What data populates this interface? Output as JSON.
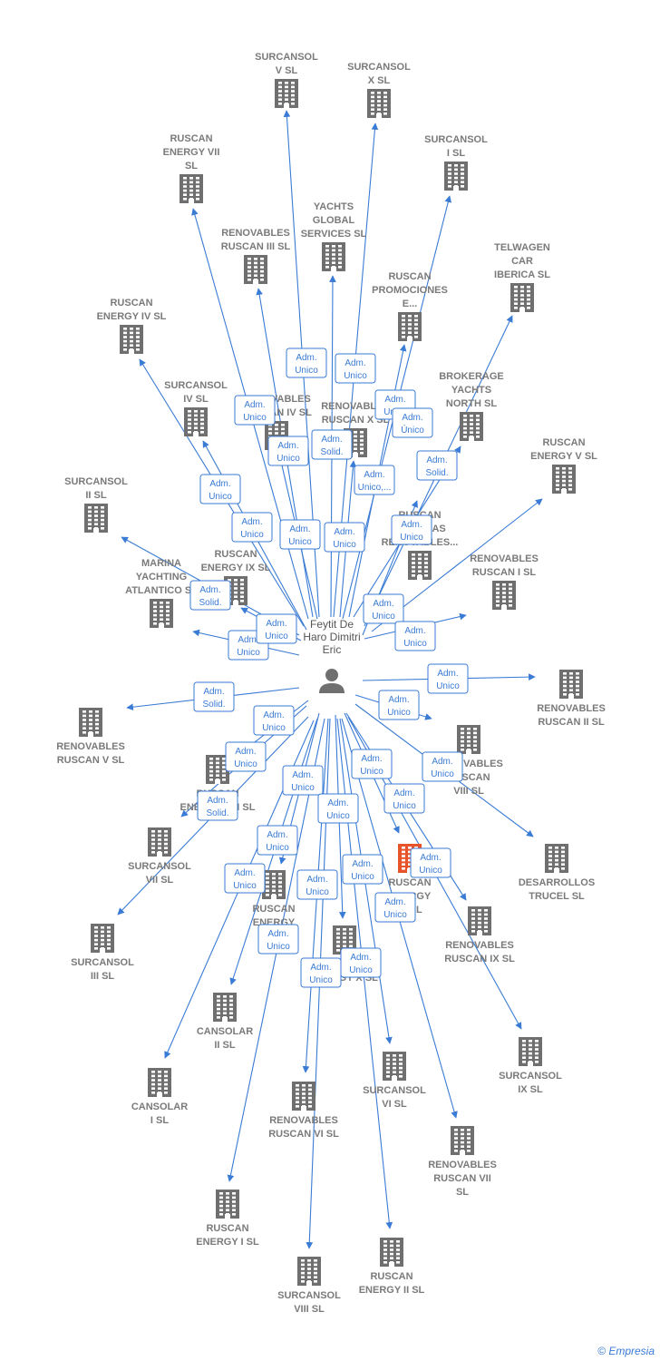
{
  "colors": {
    "edge": "#3a7bd5",
    "building": "#6f6f6f",
    "highlight": "#e8542a",
    "person": "#6f6f6f"
  },
  "center": {
    "lines": [
      "Feytit De",
      "Haro Dimitri",
      "Eric"
    ],
    "icon": "person-icon"
  },
  "footer": {
    "copyright": "©",
    "brand": "Empresia"
  },
  "nodes": [
    {
      "id": "n1",
      "lines": [
        "SURCANSOL",
        "V  SL"
      ]
    },
    {
      "id": "n2",
      "lines": [
        "SURCANSOL",
        "X  SL"
      ]
    },
    {
      "id": "n3",
      "lines": [
        "RUSCAN",
        "ENERGY VII",
        "SL"
      ]
    },
    {
      "id": "n4",
      "lines": [
        "SURCANSOL",
        "I  SL"
      ]
    },
    {
      "id": "n5",
      "lines": [
        "YACHTS",
        "GLOBAL",
        "SERVICES  SL"
      ]
    },
    {
      "id": "n6",
      "lines": [
        "RENOVABLES",
        "RUSCAN III  SL"
      ]
    },
    {
      "id": "n7",
      "lines": [
        "TELWAGEN",
        "CAR",
        "IBERICA  SL"
      ]
    },
    {
      "id": "n8",
      "lines": [
        "RUSCAN",
        "PROMOCIONES",
        "E..."
      ]
    },
    {
      "id": "n9",
      "lines": [
        "RUSCAN",
        "ENERGY IV  SL"
      ]
    },
    {
      "id": "n10",
      "lines": [
        "BROKERAGE",
        "YACHTS",
        "NORTH  SL"
      ]
    },
    {
      "id": "n11",
      "lines": [
        "SURCANSOL",
        "IV  SL"
      ]
    },
    {
      "id": "n12",
      "lines": [
        "RENOVABLES",
        "RUSCAN IV  SL"
      ]
    },
    {
      "id": "n13",
      "lines": [
        "RENOVABLES",
        "RUSCAN X  SL"
      ]
    },
    {
      "id": "n14",
      "lines": [
        "RUSCAN",
        "ENERGY V  SL"
      ]
    },
    {
      "id": "n15",
      "lines": [
        "SURCANSOL",
        "II  SL"
      ]
    },
    {
      "id": "n16",
      "lines": [
        "RUSCAN",
        "ENERGIAS",
        "RENOVABLES..."
      ]
    },
    {
      "id": "n17",
      "lines": [
        "MARINA",
        "YACHTING",
        "ATLANTICO  SL"
      ]
    },
    {
      "id": "n18",
      "lines": [
        "RUSCAN",
        "ENERGY IX  SL"
      ]
    },
    {
      "id": "n19",
      "lines": [
        "RENOVABLES",
        "RUSCAN I  SL"
      ]
    },
    {
      "id": "n20",
      "lines": [
        "RENOVABLES",
        "RUSCAN II  SL"
      ]
    },
    {
      "id": "n21",
      "lines": [
        "RENOVABLES",
        "RUSCAN V  SL"
      ]
    },
    {
      "id": "n22",
      "lines": [
        "RENOVABLES",
        "RUSCAN",
        "VIII  SL"
      ]
    },
    {
      "id": "n23",
      "lines": [
        "RUSCAN",
        "ENERGY VIII  SL"
      ]
    },
    {
      "id": "n24",
      "lines": [
        "DESARROLLOS",
        "TRUCEL  SL"
      ]
    },
    {
      "id": "n25",
      "lines": [
        "SURCANSOL",
        "VII  SL"
      ]
    },
    {
      "id": "n26",
      "lines": [
        "RUSCAN",
        "ENERGY",
        "III  SL"
      ]
    },
    {
      "id": "n27",
      "lines": [
        "RUSCAN",
        "ENERGY",
        "VI  SL"
      ]
    },
    {
      "id": "n28",
      "lines": [
        "RENOVABLES",
        "RUSCAN IX  SL"
      ]
    },
    {
      "id": "n29",
      "lines": [
        "SURCANSOL",
        "III  SL"
      ]
    },
    {
      "id": "n30",
      "lines": [
        "RUSCAN",
        "ENERGY X  SL"
      ]
    },
    {
      "id": "n31",
      "lines": [
        "CANSOLAR",
        "II  SL"
      ]
    },
    {
      "id": "n32",
      "lines": [
        "SURCANSOL",
        "IX  SL"
      ]
    },
    {
      "id": "n33",
      "lines": [
        "CANSOLAR",
        "I  SL"
      ]
    },
    {
      "id": "n34",
      "lines": [
        "RENOVABLES",
        "RUSCAN VI  SL"
      ]
    },
    {
      "id": "n35",
      "lines": [
        "SURCANSOL",
        "VI  SL"
      ]
    },
    {
      "id": "n36",
      "lines": [
        "RENOVABLES",
        "RUSCAN VII",
        "SL"
      ]
    },
    {
      "id": "n37",
      "lines": [
        "RUSCAN",
        "ENERGY I  SL"
      ]
    },
    {
      "id": "n38",
      "lines": [
        "RUSCAN",
        "ENERGY II  SL"
      ]
    },
    {
      "id": "n39",
      "lines": [
        "SURCANSOL",
        "VIII  SL"
      ]
    }
  ],
  "badges": [
    {
      "lines": [
        "Adm.",
        "Unico"
      ]
    },
    {
      "lines": [
        "Adm.",
        "Unico"
      ]
    },
    {
      "lines": [
        "Adm.",
        "Unico"
      ]
    },
    {
      "lines": [
        "Adm.",
        "Unico"
      ]
    },
    {
      "lines": [
        "Adm.",
        "Único"
      ]
    },
    {
      "lines": [
        "Adm.",
        "Unico"
      ]
    },
    {
      "lines": [
        "Adm.",
        "Solid."
      ]
    },
    {
      "lines": [
        "Adm.",
        "Solid."
      ]
    },
    {
      "lines": [
        "Adm.",
        "Unico"
      ]
    },
    {
      "lines": [
        "Adm.",
        "Unico,..."
      ]
    },
    {
      "lines": [
        "Adm.",
        "Unico"
      ]
    },
    {
      "lines": [
        "Adm.",
        "Unico"
      ]
    },
    {
      "lines": [
        "Adm.",
        "Unico"
      ]
    },
    {
      "lines": [
        "Adm.",
        "Unico"
      ]
    },
    {
      "lines": [
        "Adm.",
        "Solid."
      ]
    },
    {
      "lines": [
        "Adm.",
        "Unico"
      ]
    },
    {
      "lines": [
        "Adm.",
        "Unico"
      ]
    },
    {
      "lines": [
        "Adm.",
        "Unico"
      ]
    },
    {
      "lines": [
        "Adm.",
        "Unico"
      ]
    },
    {
      "lines": [
        "Adm.",
        "Unico"
      ]
    },
    {
      "lines": [
        "Adm.",
        "Solid."
      ]
    },
    {
      "lines": [
        "Adm.",
        "Unico"
      ]
    },
    {
      "lines": [
        "Adm.",
        "Unico"
      ]
    },
    {
      "lines": [
        "Adm.",
        "Unico"
      ]
    },
    {
      "lines": [
        "Adm.",
        "Unico"
      ]
    },
    {
      "lines": [
        "Adm.",
        "Unico"
      ]
    },
    {
      "lines": [
        "Adm.",
        "Unico"
      ]
    },
    {
      "lines": [
        "Adm.",
        "Unico"
      ]
    },
    {
      "lines": [
        "Adm.",
        "Solid."
      ]
    },
    {
      "lines": [
        "Adm.",
        "Unico"
      ]
    },
    {
      "lines": [
        "Adm.",
        "Unico"
      ]
    },
    {
      "lines": [
        "Adm.",
        "Unico"
      ]
    },
    {
      "lines": [
        "Adm.",
        "Unico"
      ]
    },
    {
      "lines": [
        "Adm.",
        "Unico"
      ]
    },
    {
      "lines": [
        "Adm.",
        "Unico"
      ]
    },
    {
      "lines": [
        "Adm.",
        "Unico"
      ]
    },
    {
      "lines": [
        "Adm.",
        "Unico"
      ]
    },
    {
      "lines": [
        "Adm.",
        "Unico"
      ]
    },
    {
      "lines": [
        "Adm.",
        "Unico"
      ]
    }
  ]
}
